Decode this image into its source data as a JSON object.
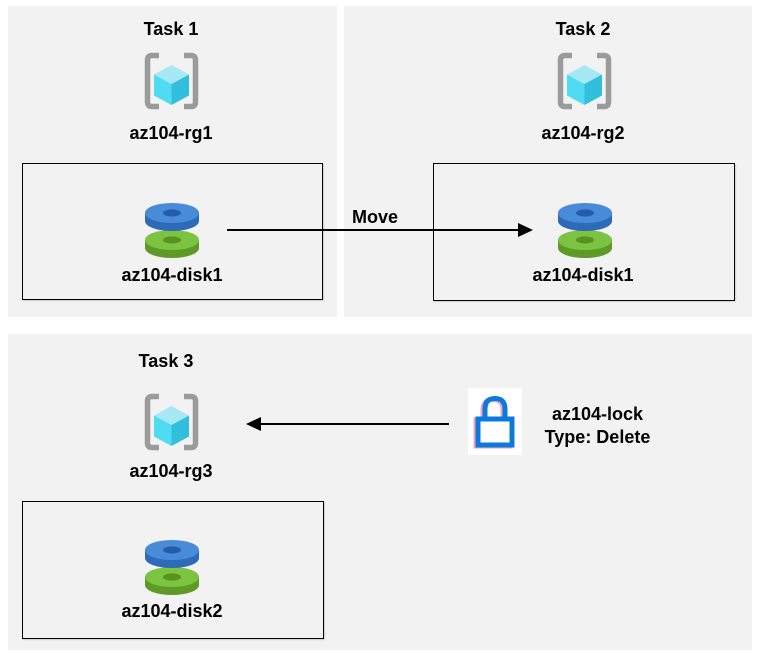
{
  "colors": {
    "page_bg": "#ffffff",
    "panel_bg": "#f2f2f2",
    "box_border": "#000000",
    "arrow": "#000000",
    "text": "#000000",
    "bracket": "#9b9b9b",
    "cube_top": "#a6e9f5",
    "cube_left": "#4fdcf2",
    "cube_right": "#32bedd",
    "disk_blue_top": "#478bd9",
    "disk_blue_side": "#2d6ab8",
    "disk_blue_hole": "#255ca8",
    "disk_green_top": "#7cc342",
    "disk_green_side": "#5e9b26",
    "disk_green_hole": "#57931f",
    "lock_blue": "#0b7bdb",
    "lock_bg": "#ffffff"
  },
  "tasks": {
    "t1": {
      "title": "Task 1",
      "resource_group": "az104-rg1",
      "disk": "az104-disk1",
      "rg_icon": "resource-group-icon",
      "disk_icon": "managed-disk-icon"
    },
    "t2": {
      "title": "Task 2",
      "resource_group": "az104-rg2",
      "disk": "az104-disk1",
      "rg_icon": "resource-group-icon",
      "disk_icon": "managed-disk-icon"
    },
    "t3": {
      "title": "Task 3",
      "resource_group": "az104-rg3",
      "disk": "az104-disk2",
      "rg_icon": "resource-group-icon",
      "disk_icon": "managed-disk-icon"
    }
  },
  "move_arrow": {
    "label": "Move",
    "direction": "right"
  },
  "lock_arrow": {
    "direction": "left"
  },
  "lock": {
    "name": "az104-lock",
    "type": "Type: Delete",
    "icon": "lock-icon"
  }
}
